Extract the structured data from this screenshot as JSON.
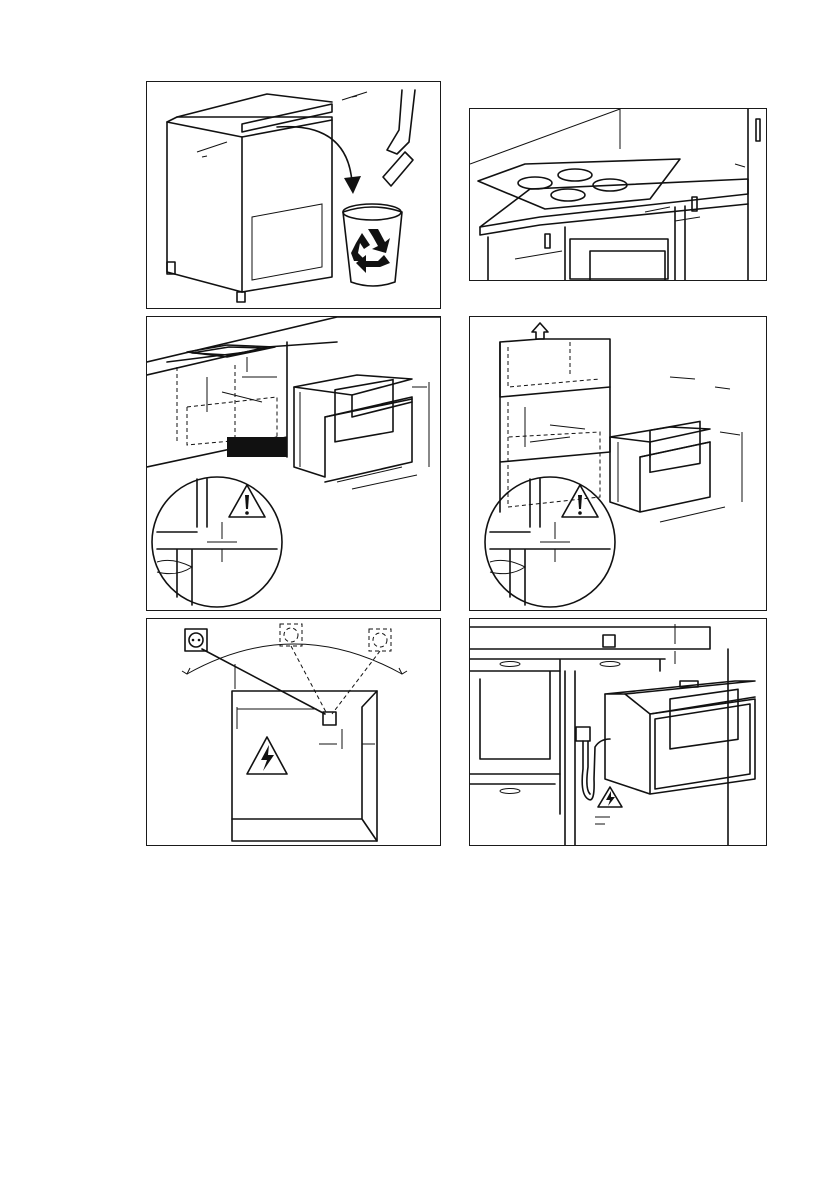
{
  "figure": {
    "panels": [
      {
        "id": "remove-rail",
        "icons": [
          "recycle-icon"
        ]
      },
      {
        "id": "hob-above-oven"
      },
      {
        "id": "under-counter-install",
        "icons": [
          "warning-icon"
        ]
      },
      {
        "id": "column-install",
        "icons": [
          "warning-icon",
          "arrow-up-icon"
        ]
      },
      {
        "id": "socket-position",
        "icons": [
          "electric-hazard-icon"
        ]
      },
      {
        "id": "cable-connection",
        "icons": [
          "electric-hazard-icon"
        ]
      }
    ],
    "colors": {
      "line": "#111111",
      "background": "#ffffff"
    }
  }
}
